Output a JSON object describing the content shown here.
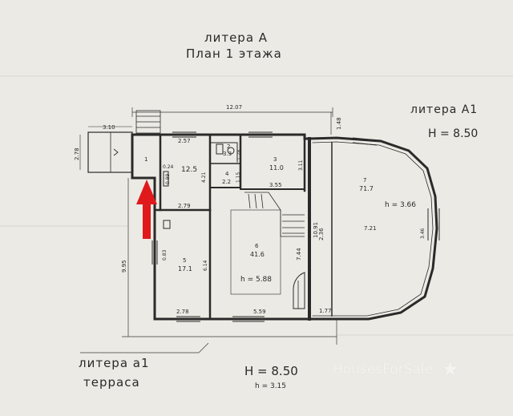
{
  "header": {
    "litera": "литера А",
    "plan": "План 1 этажа"
  },
  "annex": {
    "litera": "литера А1",
    "height": "H  =  8.50"
  },
  "terrace": {
    "litera": "литера а1",
    "name": "терраса"
  },
  "bottom": {
    "height_big": "H  =  8.50",
    "height_small": "h = 3.15"
  },
  "watermark": {
    "text": "HousesForSale",
    "star": "★"
  },
  "rooms": [
    {
      "number": "1",
      "area": "12.5"
    },
    {
      "number": "2",
      "area": "3.3"
    },
    {
      "number": "3",
      "area": "11.0"
    },
    {
      "number": "4",
      "area": "2.2"
    },
    {
      "number": "5",
      "area": "17.1"
    },
    {
      "number": "6",
      "area": "41.6",
      "height": "h = 5.88"
    },
    {
      "number": "7",
      "area": "71.7",
      "height": "h = 3.66"
    }
  ],
  "dimensions": {
    "top_total": "12.07",
    "porch": "3.10",
    "porch_side": "2.78",
    "right_height": "1.48",
    "d_257": "2.57",
    "d_024": "0.24",
    "d_089": "0.89",
    "d_421": "4.21",
    "d_178": "1.78",
    "d_115": "1.15",
    "d_311": "3.11",
    "d_355": "3.55",
    "d_279": "2.79",
    "d_614": "6.14",
    "d_744": "7.44",
    "d_1091": "10.91",
    "d_236": "2.36",
    "d_721": "7.21",
    "d_346": "3.46",
    "d_278b": "2.78",
    "d_559": "5.59",
    "d_177": "1.77",
    "left_total": "9.95",
    "d_083": "0.83"
  },
  "colors": {
    "paper": "#eceae4",
    "ink": "#2a2a2a",
    "arrow": "#e0191c"
  }
}
